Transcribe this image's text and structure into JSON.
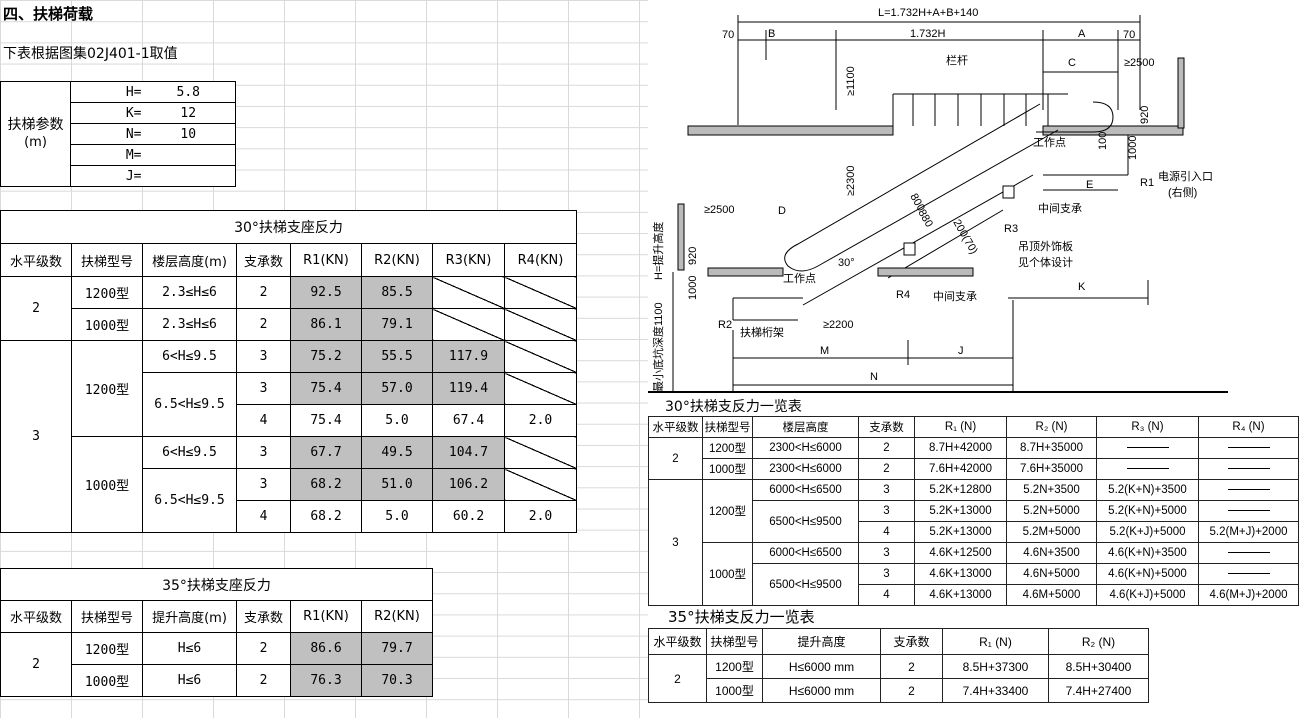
{
  "title": "四、扶梯荷载",
  "subtitle": "下表根据图集02J401-1取值",
  "params": {
    "label_line1": "扶梯参数",
    "label_line2": "(m)",
    "rows": [
      {
        "key": "H=",
        "value": "5.8"
      },
      {
        "key": "K=",
        "value": "12"
      },
      {
        "key": "N=",
        "value": "10"
      },
      {
        "key": "M=",
        "value": ""
      },
      {
        "key": "J=",
        "value": ""
      }
    ]
  },
  "t30": {
    "title": "30°扶梯支座反力",
    "headers": [
      "水平级数",
      "扶梯型号",
      "楼层高度(m)",
      "支承数",
      "R1(KN)",
      "R2(KN)",
      "R3(KN)",
      "R4(KN)"
    ],
    "group2": "2",
    "group3": "3",
    "model1200": "1200型",
    "model1000": "1000型",
    "rows": [
      {
        "height": "2.3≤H≤6",
        "n": "2",
        "r1": "92.5",
        "r2": "85.5"
      },
      {
        "height": "2.3≤H≤6",
        "n": "2",
        "r1": "86.1",
        "r2": "79.1"
      },
      {
        "height": "6<H≤9.5",
        "n": "3",
        "r1": "75.2",
        "r2": "55.5",
        "r3": "117.9"
      },
      {
        "height": "6.5<H≤9.5",
        "n": "3",
        "r1": "75.4",
        "r2": "57.0",
        "r3": "119.4"
      },
      {
        "n": "4",
        "r1": "75.4",
        "r2": "5.0",
        "r3": "67.4",
        "r4": "2.0"
      },
      {
        "height": "6<H≤9.5",
        "n": "3",
        "r1": "67.7",
        "r2": "49.5",
        "r3": "104.7"
      },
      {
        "height": "6.5<H≤9.5",
        "n": "3",
        "r1": "68.2",
        "r2": "51.0",
        "r3": "106.2"
      },
      {
        "n": "4",
        "r1": "68.2",
        "r2": "5.0",
        "r3": "60.2",
        "r4": "2.0"
      }
    ]
  },
  "t35": {
    "title": "35°扶梯支座反力",
    "headers": [
      "水平级数",
      "扶梯型号",
      "提升高度(m)",
      "支承数",
      "R1(KN)",
      "R2(KN)"
    ],
    "group": "2",
    "rows": [
      {
        "model": "1200型",
        "height": "H≤6",
        "n": "2",
        "r1": "86.6",
        "r2": "79.7"
      },
      {
        "model": "1000型",
        "height": "H≤6",
        "n": "2",
        "r1": "76.3",
        "r2": "70.3"
      }
    ]
  },
  "drawing": {
    "L": "L=1.732H+A+B+140",
    "dim70": "70",
    "B": "B",
    "mid": "1.732H",
    "A": "A",
    "C": "C",
    "ge2500": "≥2500",
    "railing": "栏杆",
    "ge1100": "≥1100",
    "work_top": "工作点",
    "d1000": "1000",
    "d920": "920",
    "d100": "100",
    "ge2300": "≥2300",
    "d800": "800",
    "d880": "880",
    "H_label": "H=提升高度",
    "D": "D",
    "E": "E",
    "R1": "R1",
    "power": "电源引入口",
    "right_side": "(右侧)",
    "mid_support1": "中间支承",
    "R3": "R3",
    "ceiling1": "吊顶外饰板",
    "ceiling2": "见个体设计",
    "d200": "200(70)",
    "angle": "30°",
    "work_bottom": "工作点",
    "R4": "R4",
    "mid_support2": "中间支承",
    "K": "K",
    "pit": "最小底坑深度1100",
    "R2": "R2",
    "truss": "扶梯桁架",
    "ge2200": "≥2200",
    "M": "M",
    "J": "J",
    "N": "N"
  },
  "scan30": {
    "title": "30°扶梯支反力一览表",
    "headers": [
      "水平级数",
      "扶梯型号",
      "楼层高度",
      "支承数",
      "R₁ (N)",
      "R₂ (N)",
      "R₃ (N)",
      "R₄ (N)"
    ],
    "group2": "2",
    "group3": "3",
    "model1200": "1200型",
    "model1000": "1000型",
    "rows": [
      {
        "height": "2300<H≤6000",
        "n": "2",
        "r1": "8.7H+42000",
        "r2": "8.7H+35000"
      },
      {
        "height": "2300<H≤6000",
        "n": "2",
        "r1": "7.6H+42000",
        "r2": "7.6H+35000"
      },
      {
        "height": "6000<H≤6500",
        "n": "3",
        "r1": "5.2K+12800",
        "r2": "5.2N+3500",
        "r3": "5.2(K+N)+3500"
      },
      {
        "height": "6500<H≤9500",
        "n": "3",
        "r1": "5.2K+13000",
        "r2": "5.2N+5000",
        "r3": "5.2(K+N)+5000"
      },
      {
        "n": "4",
        "r1": "5.2K+13000",
        "r2": "5.2M+5000",
        "r3": "5.2(K+J)+5000",
        "r4": "5.2(M+J)+2000"
      },
      {
        "height": "6000<H≤6500",
        "n": "3",
        "r1": "4.6K+12500",
        "r2": "4.6N+3500",
        "r3": "4.6(K+N)+3500"
      },
      {
        "height": "6500<H≤9500",
        "n": "3",
        "r1": "4.6K+13000",
        "r2": "4.6N+5000",
        "r3": "4.6(K+N)+5000"
      },
      {
        "n": "4",
        "r1": "4.6K+13000",
        "r2": "4.6M+5000",
        "r3": "4.6(K+J)+5000",
        "r4": "4.6(M+J)+2000"
      }
    ]
  },
  "scan35": {
    "title": "35°扶梯支反力一览表",
    "headers": [
      "水平级数",
      "扶梯型号",
      "提升高度",
      "支承数",
      "R₁ (N)",
      "R₂ (N)"
    ],
    "group": "2",
    "rows": [
      {
        "model": "1200型",
        "height": "H≤6000 mm",
        "n": "2",
        "r1": "8.5H+37300",
        "r2": "8.5H+30400"
      },
      {
        "model": "1000型",
        "height": "H≤6000 mm",
        "n": "2",
        "r1": "7.4H+33400",
        "r2": "7.4H+27400"
      }
    ]
  }
}
